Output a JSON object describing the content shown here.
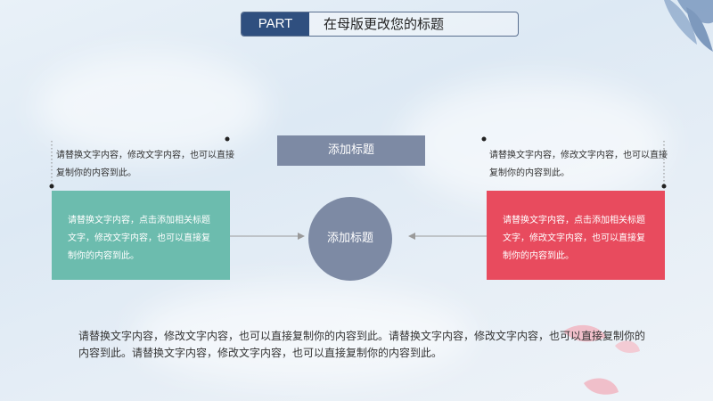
{
  "header": {
    "part_label": "PART",
    "title": "在母版更改您的标题"
  },
  "diagram": {
    "top_label": "添加标题",
    "center_label": "添加标题",
    "left_note": "请替换文字内容，修改文字内容，也可以直接复制你的内容到此。",
    "right_note": "请替换文字内容，修改文字内容，也可以直接复制你的内容到此。",
    "left_box": "请替换文字内容，点击添加相关标题文字，修改文字内容，也可以直接复制你的内容到此。",
    "right_box": "请替换文字内容，点击添加相关标题文字，修改文字内容，也可以直接复制你的内容到此。"
  },
  "body": {
    "paragraph": "请替换文字内容，修改文字内容，也可以直接复制你的内容到此。请替换文字内容，修改文字内容，也可以直接复制你的内容到此。请替换文字内容，修改文字内容，也可以直接复制你的内容到此。"
  },
  "colors": {
    "navy": "#2f4f7f",
    "slate": "#7d8aa4",
    "teal": "#6cbcae",
    "red": "#e84b5e"
  }
}
